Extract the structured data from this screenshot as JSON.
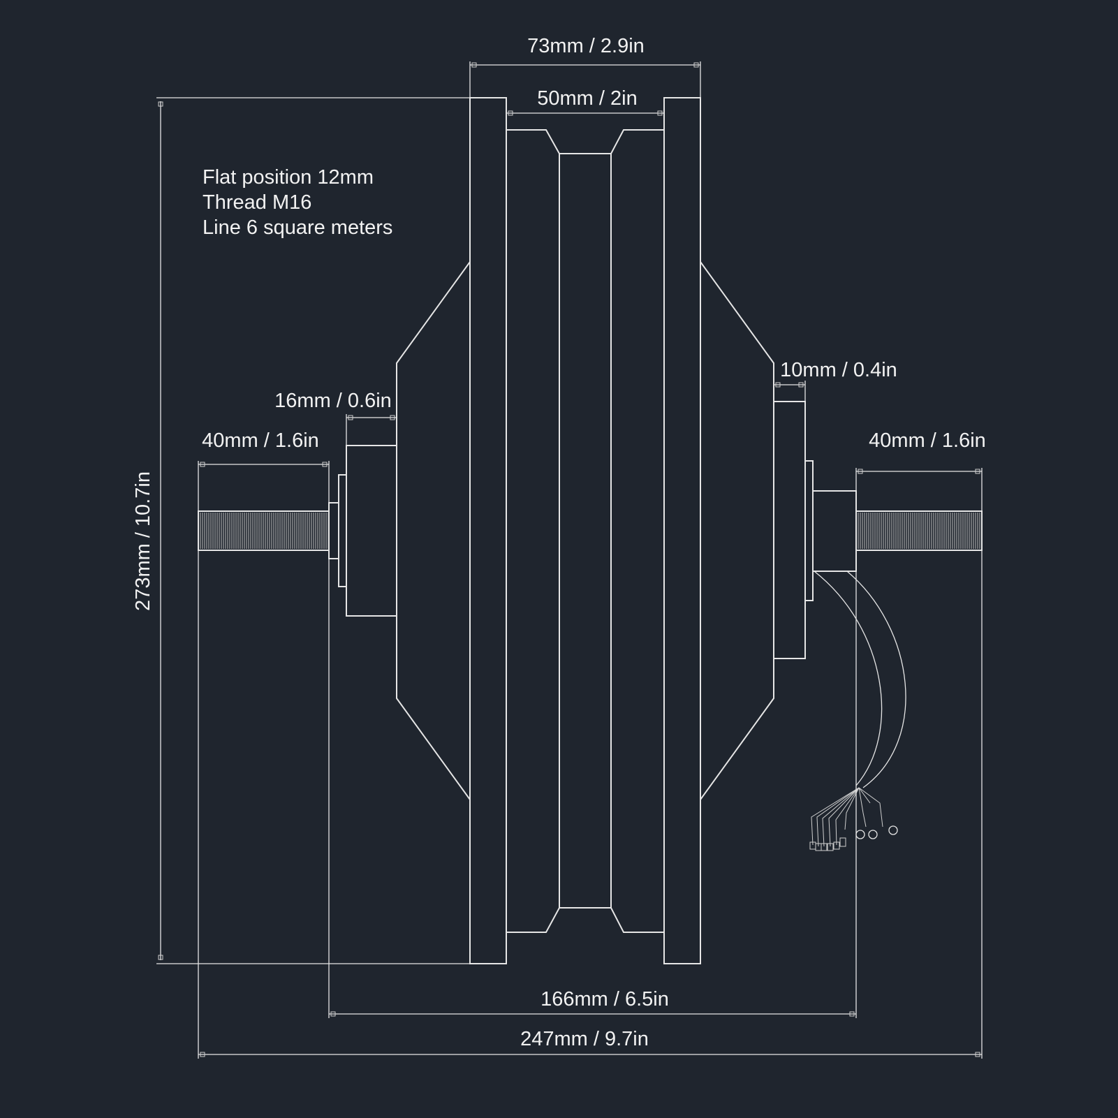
{
  "notes": [
    "Flat position 12mm",
    "Thread M16",
    "Line 6 square meters"
  ],
  "dimensions": {
    "overall_width": "73mm / 2.9in",
    "rim_inner_width": "50mm / 2in",
    "height": "273mm / 10.7in",
    "left_spacer": "16mm / 0.6in",
    "right_spacer": "10mm / 0.4in",
    "left_axle": "40mm / 1.6in",
    "right_axle": "40mm / 1.6in",
    "dropout_width": "166mm / 6.5in",
    "total_axle_length": "247mm / 9.7in"
  },
  "colors": {
    "background": "#1f252e",
    "line": "#e6e6e6"
  }
}
